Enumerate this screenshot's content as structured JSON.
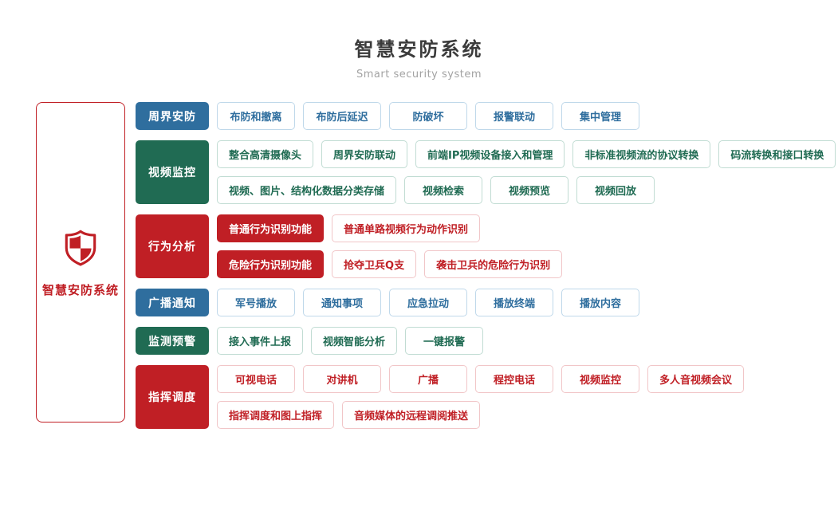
{
  "header": {
    "title": "智慧安防系统",
    "subtitle": "Smart security system"
  },
  "left_panel": {
    "icon": "shield-icon",
    "label": "智慧安防系统"
  },
  "colors": {
    "blue": "#2f6e9e",
    "green": "#206b53",
    "red": "#c01f25",
    "blue_border": "#bfd8ea",
    "green_border": "#c1dcd3",
    "red_border": "#f1c6c8",
    "title": "#3b3b3b",
    "subtitle": "#a3a3a3"
  },
  "rows": [
    {
      "id": "perimeter-security",
      "label": "周界安防",
      "theme": "blue",
      "lines": [
        [
          {
            "text": "布防和撤离",
            "solid": false
          },
          {
            "text": "布防后延迟",
            "solid": false
          },
          {
            "text": "防破坏",
            "solid": false
          },
          {
            "text": "报警联动",
            "solid": false
          },
          {
            "text": "集中管理",
            "solid": false
          }
        ]
      ]
    },
    {
      "id": "video-surveillance",
      "label": "视频监控",
      "theme": "green",
      "lines": [
        [
          {
            "text": "整合高清摄像头",
            "solid": false
          },
          {
            "text": "周界安防联动",
            "solid": false
          },
          {
            "text": "前端IP视频设备接入和管理",
            "solid": false
          },
          {
            "text": "非标准视频流的协议转换",
            "solid": false
          },
          {
            "text": "码流转换和接口转换",
            "solid": false
          }
        ],
        [
          {
            "text": "视频、图片、结构化数据分类存储",
            "solid": false
          },
          {
            "text": "视频检索",
            "solid": false
          },
          {
            "text": "视频预览",
            "solid": false
          },
          {
            "text": "视频回放",
            "solid": false
          }
        ]
      ]
    },
    {
      "id": "behavior-analysis",
      "label": "行为分析",
      "theme": "red",
      "lines": [
        [
          {
            "text": "普通行为识别功能",
            "solid": true
          },
          {
            "text": "普通单路视频行为动作识别",
            "solid": false
          }
        ],
        [
          {
            "text": "危险行为识别功能",
            "solid": true
          },
          {
            "text": "抢夺卫兵Q支",
            "solid": false
          },
          {
            "text": "袭击卫兵的危险行为识别",
            "solid": false
          }
        ]
      ]
    },
    {
      "id": "broadcast-notice",
      "label": "广播通知",
      "theme": "blue",
      "lines": [
        [
          {
            "text": "军号播放",
            "solid": false
          },
          {
            "text": "通知事项",
            "solid": false
          },
          {
            "text": "应急拉动",
            "solid": false
          },
          {
            "text": "播放终端",
            "solid": false
          },
          {
            "text": "播放内容",
            "solid": false
          }
        ]
      ]
    },
    {
      "id": "monitoring-warning",
      "label": "监测预警",
      "theme": "green",
      "lines": [
        [
          {
            "text": "接入事件上报",
            "solid": false
          },
          {
            "text": "视频智能分析",
            "solid": false
          },
          {
            "text": "一键报警",
            "solid": false
          }
        ]
      ]
    },
    {
      "id": "command-dispatch",
      "label": "指挥调度",
      "theme": "red",
      "lines": [
        [
          {
            "text": "可视电话",
            "solid": false
          },
          {
            "text": "对讲机",
            "solid": false
          },
          {
            "text": "广播",
            "solid": false
          },
          {
            "text": "程控电话",
            "solid": false
          },
          {
            "text": "视频监控",
            "solid": false
          },
          {
            "text": "多人音视频会议",
            "solid": false
          }
        ],
        [
          {
            "text": "指挥调度和图上指挥",
            "solid": false
          },
          {
            "text": "音频媒体的远程调阅推送",
            "solid": false
          }
        ]
      ]
    }
  ]
}
